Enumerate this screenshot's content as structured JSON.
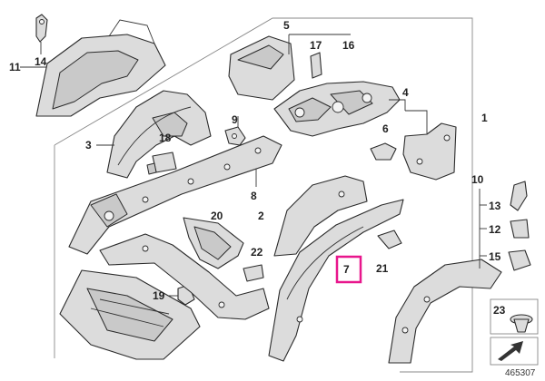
{
  "callouts": {
    "c1": "1",
    "c2": "2",
    "c3": "3",
    "c4": "4",
    "c5": "5",
    "c6": "6",
    "c7": "7",
    "c8": "8",
    "c9": "9",
    "c10": "10",
    "c11": "11",
    "c12": "12",
    "c13": "13",
    "c14": "14",
    "c15": "15",
    "c16": "16",
    "c17": "17",
    "c18": "18",
    "c19": "19",
    "c20": "20",
    "c21": "21",
    "c22": "22",
    "c23": "23"
  },
  "highlight": {
    "label": "7",
    "color": "#e8168c"
  },
  "reference_number": "465307",
  "colors": {
    "part_fill": "#dcdcdc",
    "line": "#2b2b2b",
    "frame": "#888888"
  }
}
